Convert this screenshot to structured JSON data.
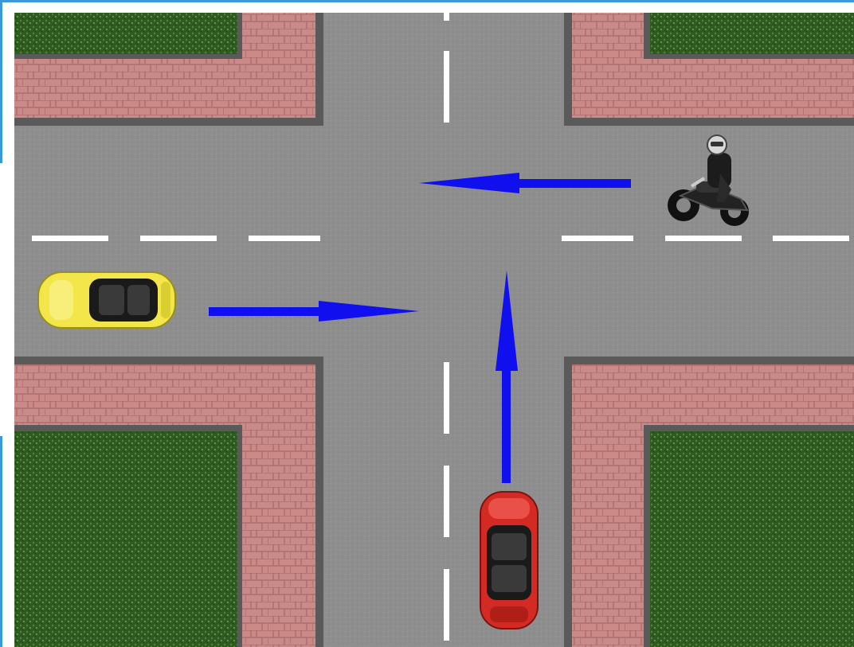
{
  "scene": {
    "kind": "intersection-diagram",
    "colors": {
      "frame_border": "#3a9ad9",
      "asphalt": "#8e8e8e",
      "sidewalk": "#c98a88",
      "curb": "#5a5a5a",
      "grass": "#2f5a22",
      "lane_marking": "#ffffff",
      "arrow": "#1010ee"
    },
    "vehicles": [
      {
        "id": "yellow-car",
        "color": "#f2e64a",
        "heading": "east"
      },
      {
        "id": "red-car",
        "color": "#d42a24",
        "heading": "north"
      },
      {
        "id": "motorcycle",
        "color": "#1c1c1c",
        "heading": "west"
      }
    ],
    "arrows": [
      {
        "for": "yellow-car",
        "direction": "east"
      },
      {
        "for": "motorcycle",
        "direction": "west"
      },
      {
        "for": "red-car",
        "direction": "north"
      }
    ]
  }
}
